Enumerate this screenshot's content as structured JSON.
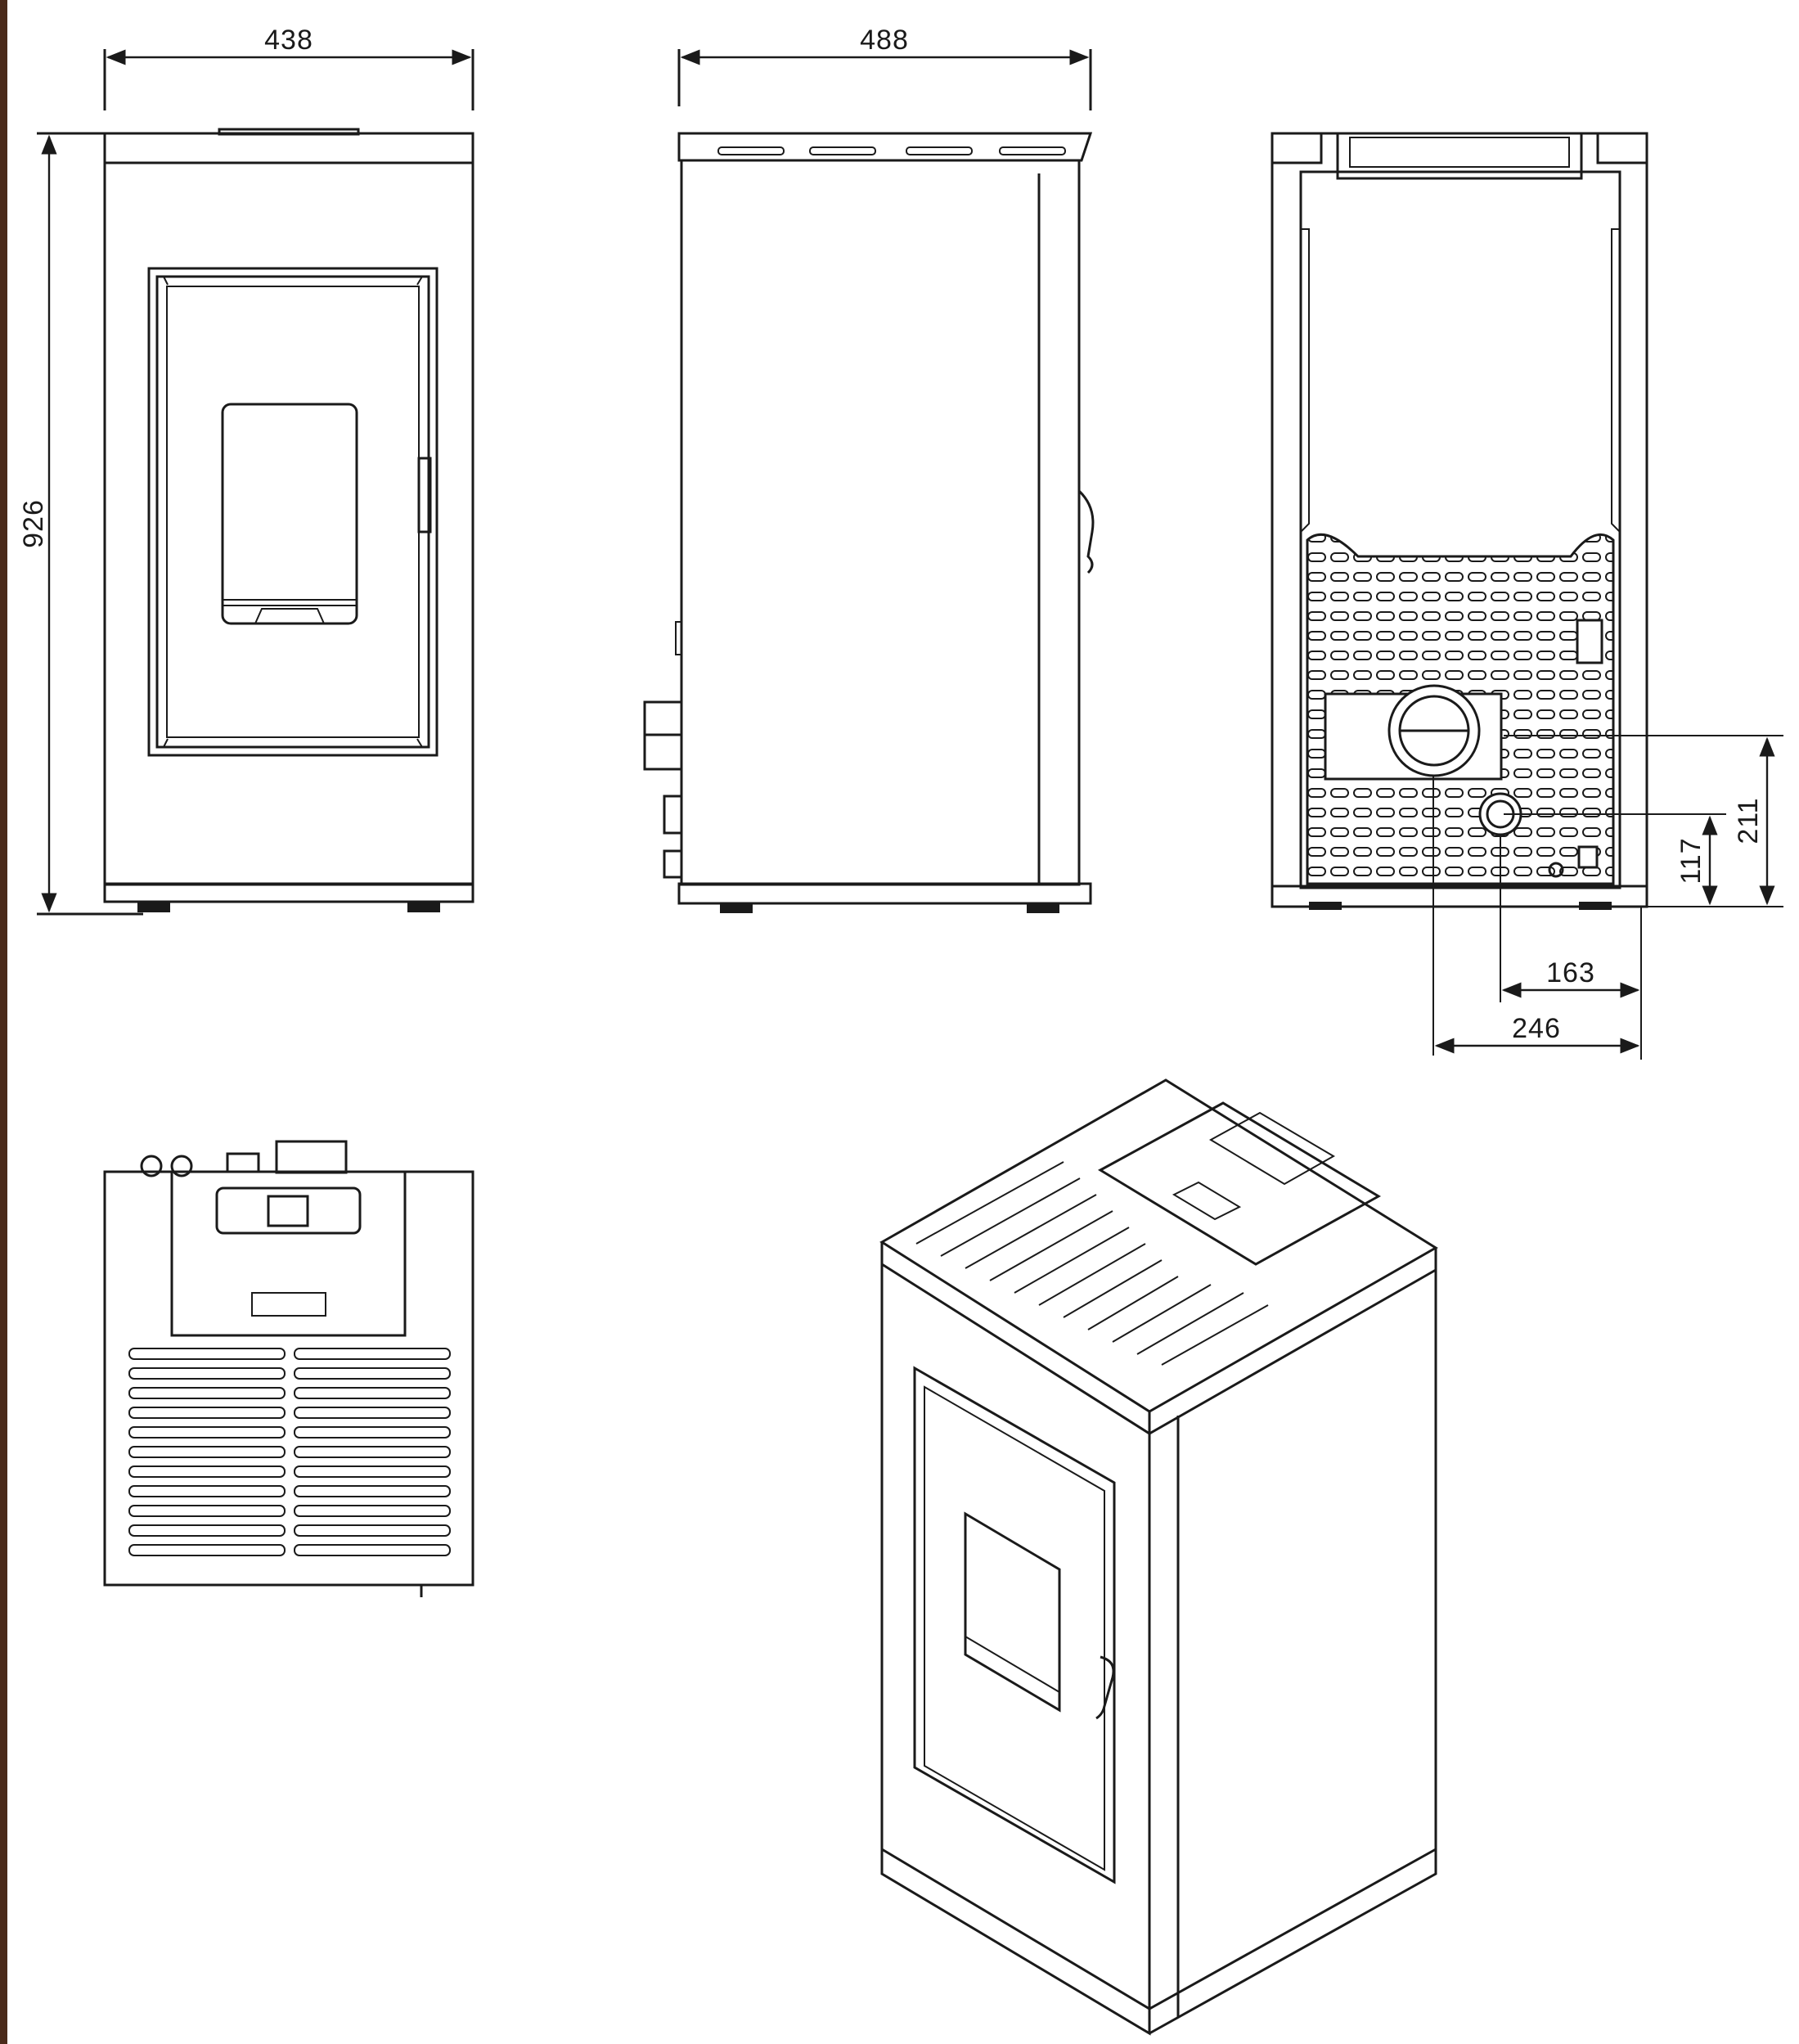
{
  "dimensions": {
    "front_width": "438",
    "side_depth": "488",
    "height": "926",
    "flue_height": "211",
    "inlet_height": "117",
    "inlet_offset": "163",
    "flue_offset": "246"
  },
  "views": [
    "front-view",
    "side-view",
    "rear-view",
    "top-view",
    "isometric-view"
  ]
}
